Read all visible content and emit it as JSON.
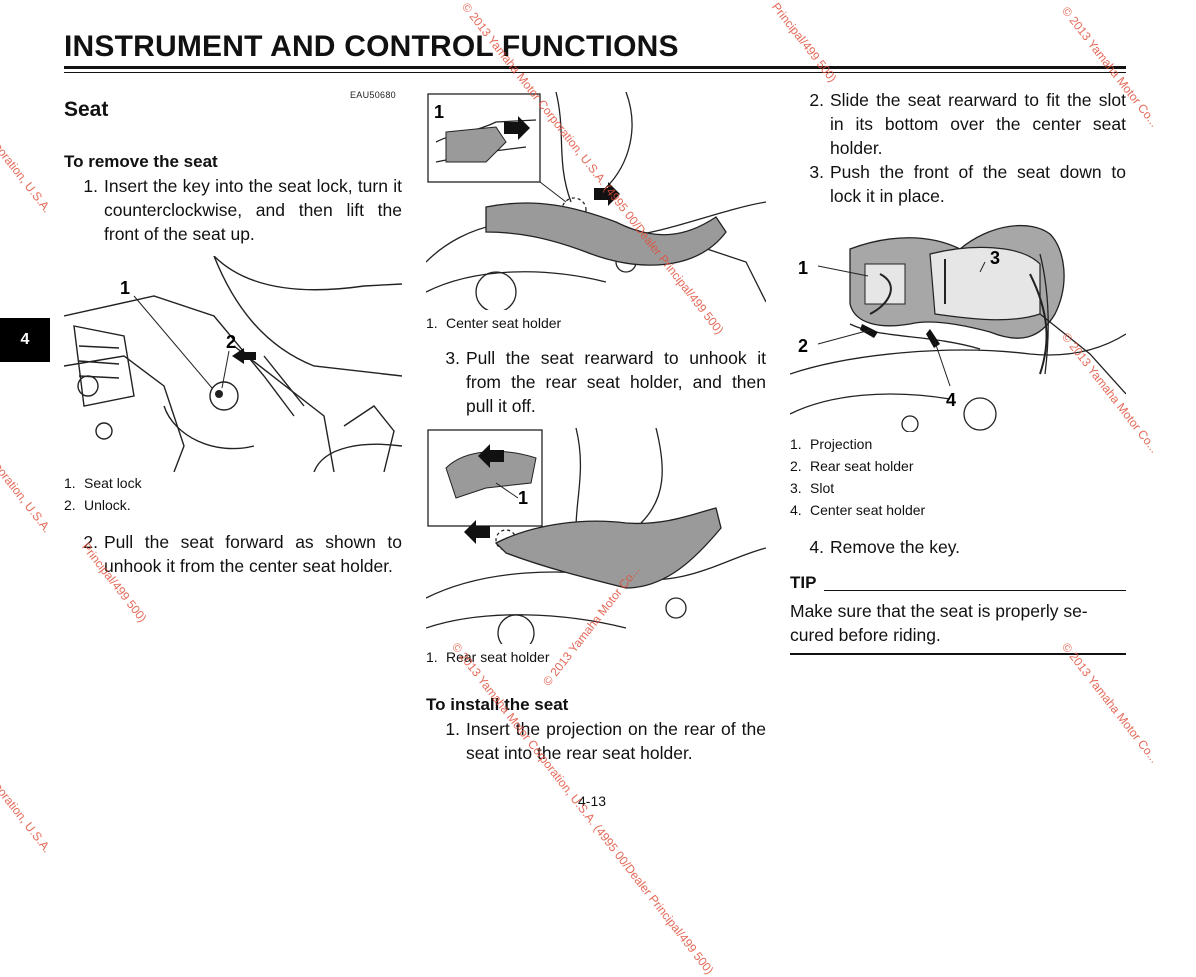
{
  "header": {
    "title": "INSTRUMENT AND CONTROL FUNCTIONS"
  },
  "chapter_tab": "4",
  "section": {
    "title": "Seat",
    "code": "EAU50680"
  },
  "remove": {
    "heading": "To remove the seat",
    "step1": {
      "num": "1.",
      "text": "Insert the key into the seat lock, turn it counterclockwise, and then lift the front of the seat up."
    },
    "fig1": {
      "callouts": [
        "1",
        "2"
      ],
      "captions": [
        {
          "num": "1.",
          "text": "Seat lock"
        },
        {
          "num": "2.",
          "text": "Unlock."
        }
      ]
    },
    "step2": {
      "num": "2.",
      "text": "Pull the seat forward as shown to unhook it from the center seat holder."
    },
    "fig2": {
      "callouts": [
        "1"
      ],
      "captions": [
        {
          "num": "1.",
          "text": "Center seat holder"
        }
      ]
    },
    "step3": {
      "num": "3.",
      "text": "Pull the seat rearward to unhook it from the rear seat holder, and then pull it off."
    },
    "fig3": {
      "callouts": [
        "1"
      ],
      "captions": [
        {
          "num": "1.",
          "text": "Rear seat holder"
        }
      ]
    }
  },
  "install": {
    "heading": "To install the seat",
    "step1": {
      "num": "1.",
      "text": "Insert the projection on the rear of the seat into the rear seat holder."
    },
    "step2": {
      "num": "2.",
      "text": "Slide the seat rearward to fit the slot in its bottom over the center seat holder."
    },
    "step3": {
      "num": "3.",
      "text": "Push the front of the seat down to lock it in place."
    },
    "fig4": {
      "callouts": [
        "1",
        "2",
        "3",
        "4"
      ],
      "captions": [
        {
          "num": "1.",
          "text": "Projection"
        },
        {
          "num": "2.",
          "text": "Rear seat holder"
        },
        {
          "num": "3.",
          "text": "Slot"
        },
        {
          "num": "4.",
          "text": "Center seat holder"
        }
      ]
    },
    "step4": {
      "num": "4.",
      "text": "Remove the key."
    }
  },
  "tip": {
    "label": "TIP",
    "text": "Make sure that the seat is properly se-cured before riding."
  },
  "page_number": "4-13",
  "watermark": {
    "a": "© 2013 Yamaha Motor Corporation, U.S.A. (4995 00/Dealer Principal/499 500)",
    "b": "Principal/499 500)",
    "c": "© 2013 Yamaha Motor Co...",
    "d": "poration, U.S.A."
  }
}
